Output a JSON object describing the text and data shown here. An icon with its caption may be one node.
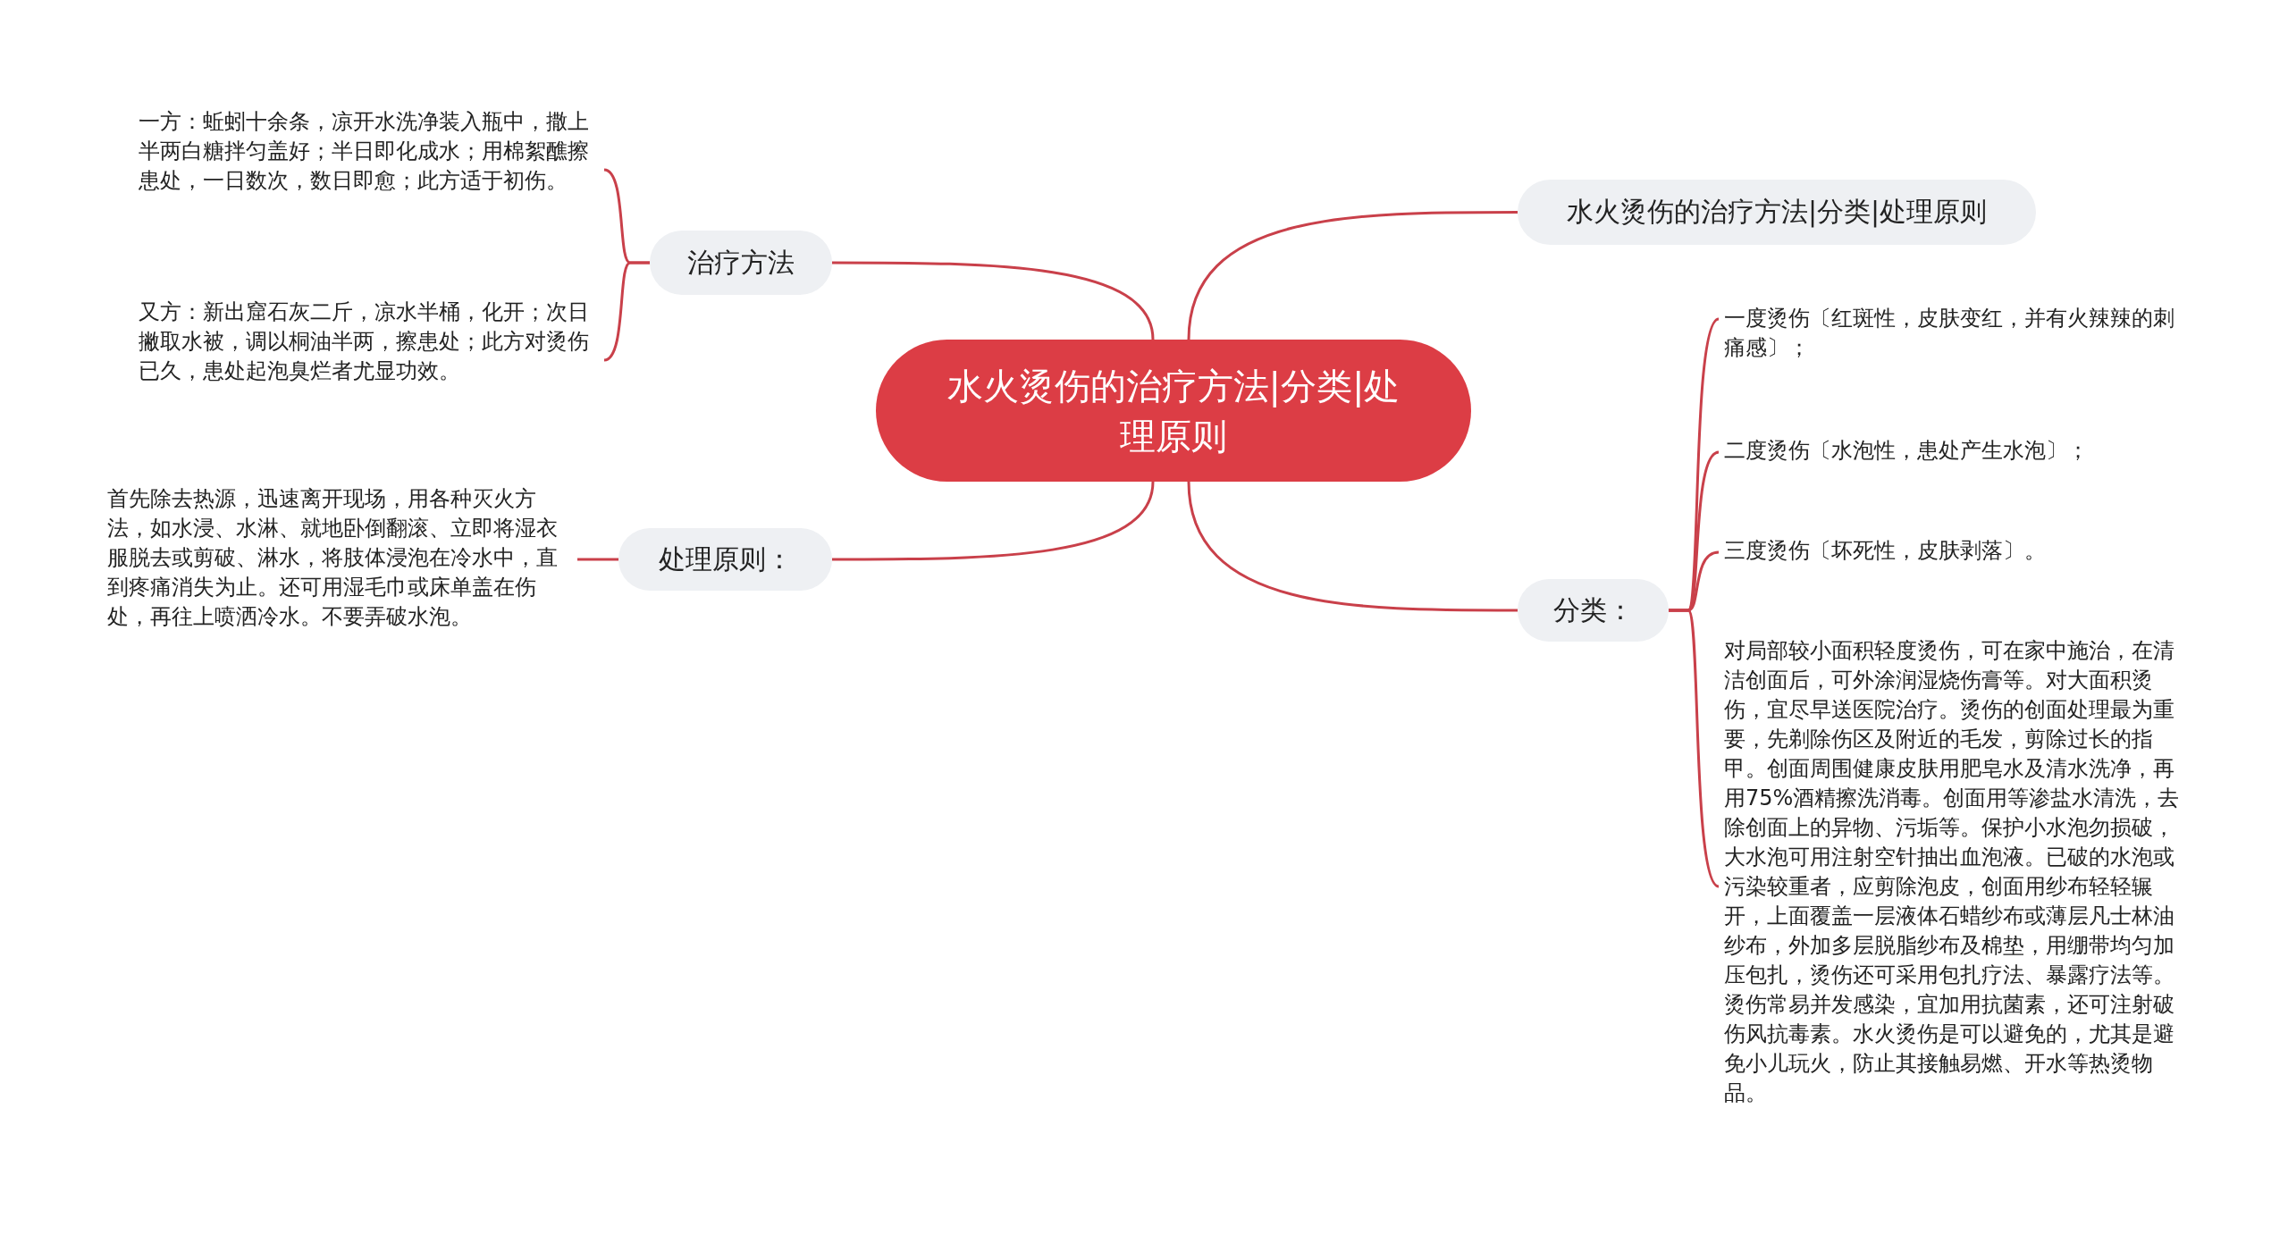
{
  "diagram": {
    "nodes": [
      {
        "text": [
          "水火烫伤的治疗方法|分类|处理原则"
        ]
      },
      {
        "text": [
          "治疗方法"
        ]
      },
      {
        "text": [
          "一方：蚯蚓十余条，凉开水洗净装入瓶中，撒上半两白糖拌匀盖好；半日即化成水；用棉絮醮擦患处，一日数次，数日即愈；此方适于初伤。"
        ]
      },
      {
        "text": [
          "又方：新出窟石灰二斤，凉水半桶，化开；次日撇取水被，调以桐油半两，擦患处；此方对烫伤已久，患处起泡臭烂者尤显功效。"
        ]
      },
      {
        "text": [
          "处理原则："
        ]
      },
      {
        "text": [
          "首先除去热源，迅速离开现场，用各种灭火方法，如水浸、水淋、就地卧倒翻滚、立即将湿衣服脱去或剪破、淋水，将肢体浸泡在冷水中，直到疼痛消失为止。还可用湿毛巾或床单盖在伤处，再往上喷洒冷水。不要弄破水泡。"
        ]
      },
      {
        "text": [
          "水火烫伤的治疗方法|分类|处理原则"
        ]
      },
      {
        "text": [
          "分类："
        ]
      },
      {
        "text": [
          "一度烫伤〔红斑性，皮肤变红，并有火辣辣的刺痛感〕；"
        ]
      },
      {
        "text": [
          "二度烫伤〔水泡性，患处产生水泡〕；"
        ]
      },
      {
        "text": [
          "三度烫伤〔坏死性，皮肤剥落〕。"
        ]
      },
      {
        "text": [
          "对局部较小面积轻度烫伤，可在家中施治，在清洁创面后，可外涂润湿烧伤膏等。对大面积烫伤，宜尽早送医院治疗。烫伤的创面处理最为重要，先剃除伤区及附近的毛发，剪除过长的指甲。创面周围健康皮肤用肥皂水及清水洗净，再用75%酒精擦洗消毒。创面用等渗盐水清洗，去除创面上的异物、污垢等。保护小水泡勿损破，大水泡可用注射空针抽出血泡液。已破的水泡或污染较重者，应剪除泡皮，创面用纱布轻轻辗开，上面覆盖一层液体石蜡纱布或薄层凡士林油纱布，外加多层脱脂纱布及棉垫，用绷带均匀加压包扎，烫伤还可采用包扎疗法、暴露疗法等。烫伤常易并发感染，宜加用抗菌素，还可注射破伤风抗毒素。水火烫伤是可以避免的，尤其是避免小儿玩火，防止其接触易燃、开水等热烫物品。"
        ]
      }
    ],
    "edges": [
      {
        "from": 0,
        "to": 1,
        "arrow": "none"
      },
      {
        "from": 1,
        "to": 2,
        "arrow": "none"
      },
      {
        "from": 1,
        "to": 3,
        "arrow": "none"
      },
      {
        "from": 0,
        "to": 4,
        "arrow": "none"
      },
      {
        "from": 4,
        "to": 5,
        "arrow": "none"
      },
      {
        "from": 0,
        "to": 6,
        "arrow": "none"
      },
      {
        "from": 0,
        "to": 7,
        "arrow": "none"
      },
      {
        "from": 7,
        "to": 8,
        "arrow": "none"
      },
      {
        "from": 7,
        "to": 9,
        "arrow": "none"
      },
      {
        "from": 7,
        "to": 10,
        "arrow": "none"
      },
      {
        "from": 7,
        "to": 11,
        "arrow": "none"
      }
    ]
  }
}
